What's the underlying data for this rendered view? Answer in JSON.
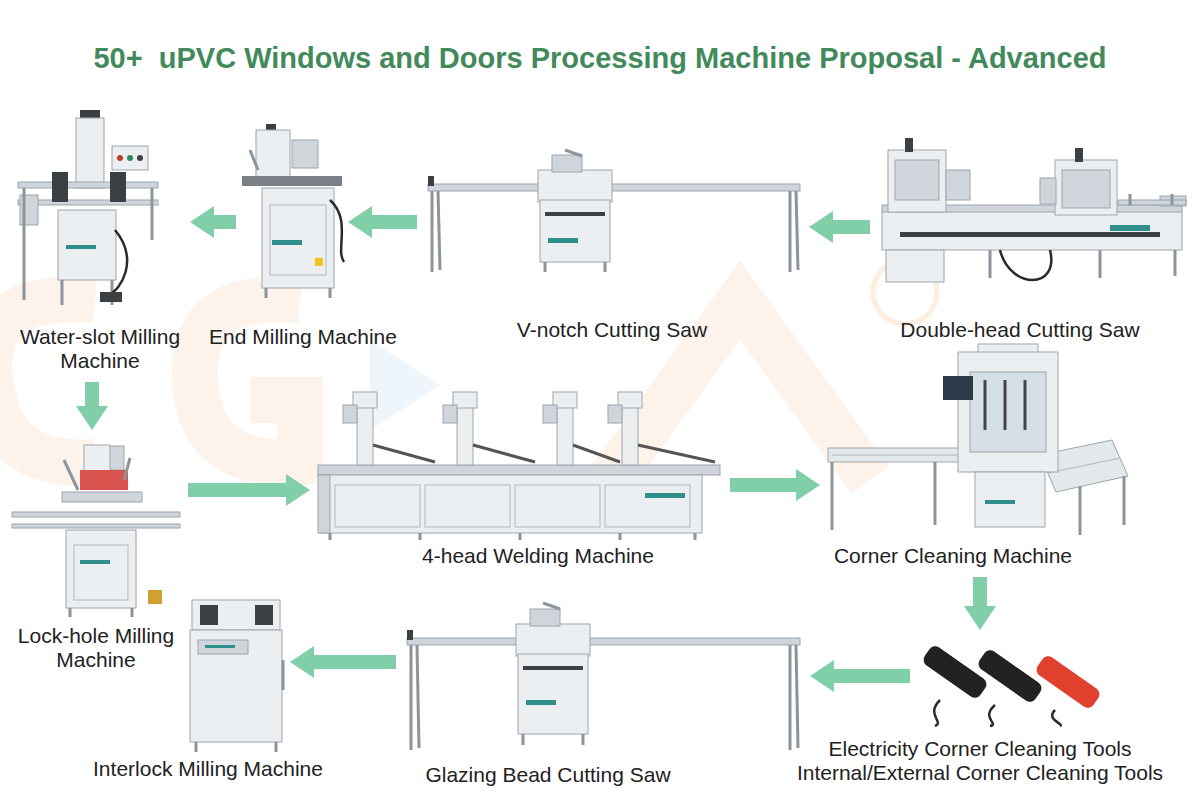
{
  "diagram": {
    "title": "50+  uPVC Windows and Doors Processing Machine Proposal - Advanced",
    "nodes": [
      {
        "text": [
          "Water-slot Milling Machine"
        ]
      },
      {
        "text": [
          "End Milling Machine"
        ]
      },
      {
        "text": [
          "V-notch Cutting Saw"
        ]
      },
      {
        "text": [
          "Double-head Cutting Saw"
        ]
      },
      {
        "text": [
          "Lock-hole Milling Machine"
        ]
      },
      {
        "text": [
          "4-head Welding Machine"
        ]
      },
      {
        "text": [
          "Corner Cleaning Machine"
        ]
      },
      {
        "text": [
          "Interlock Milling Machine"
        ]
      },
      {
        "text": [
          "Glazing Bead Cutting Saw"
        ]
      },
      {
        "text": [
          "Electricity Corner Cleaning Tools",
          "Internal/External Corner Cleaning Tools"
        ]
      }
    ],
    "edges": [
      {
        "from": 3,
        "to": 2,
        "arrow": "to"
      },
      {
        "from": 2,
        "to": 1,
        "arrow": "to"
      },
      {
        "from": 1,
        "to": 0,
        "arrow": "to"
      },
      {
        "from": 0,
        "to": 4,
        "arrow": "to"
      },
      {
        "from": 4,
        "to": 5,
        "arrow": "to"
      },
      {
        "from": 5,
        "to": 6,
        "arrow": "to"
      },
      {
        "from": 6,
        "to": 9,
        "arrow": "to"
      },
      {
        "from": 9,
        "to": 8,
        "arrow": "to"
      },
      {
        "from": 8,
        "to": 7,
        "arrow": "to"
      }
    ]
  }
}
